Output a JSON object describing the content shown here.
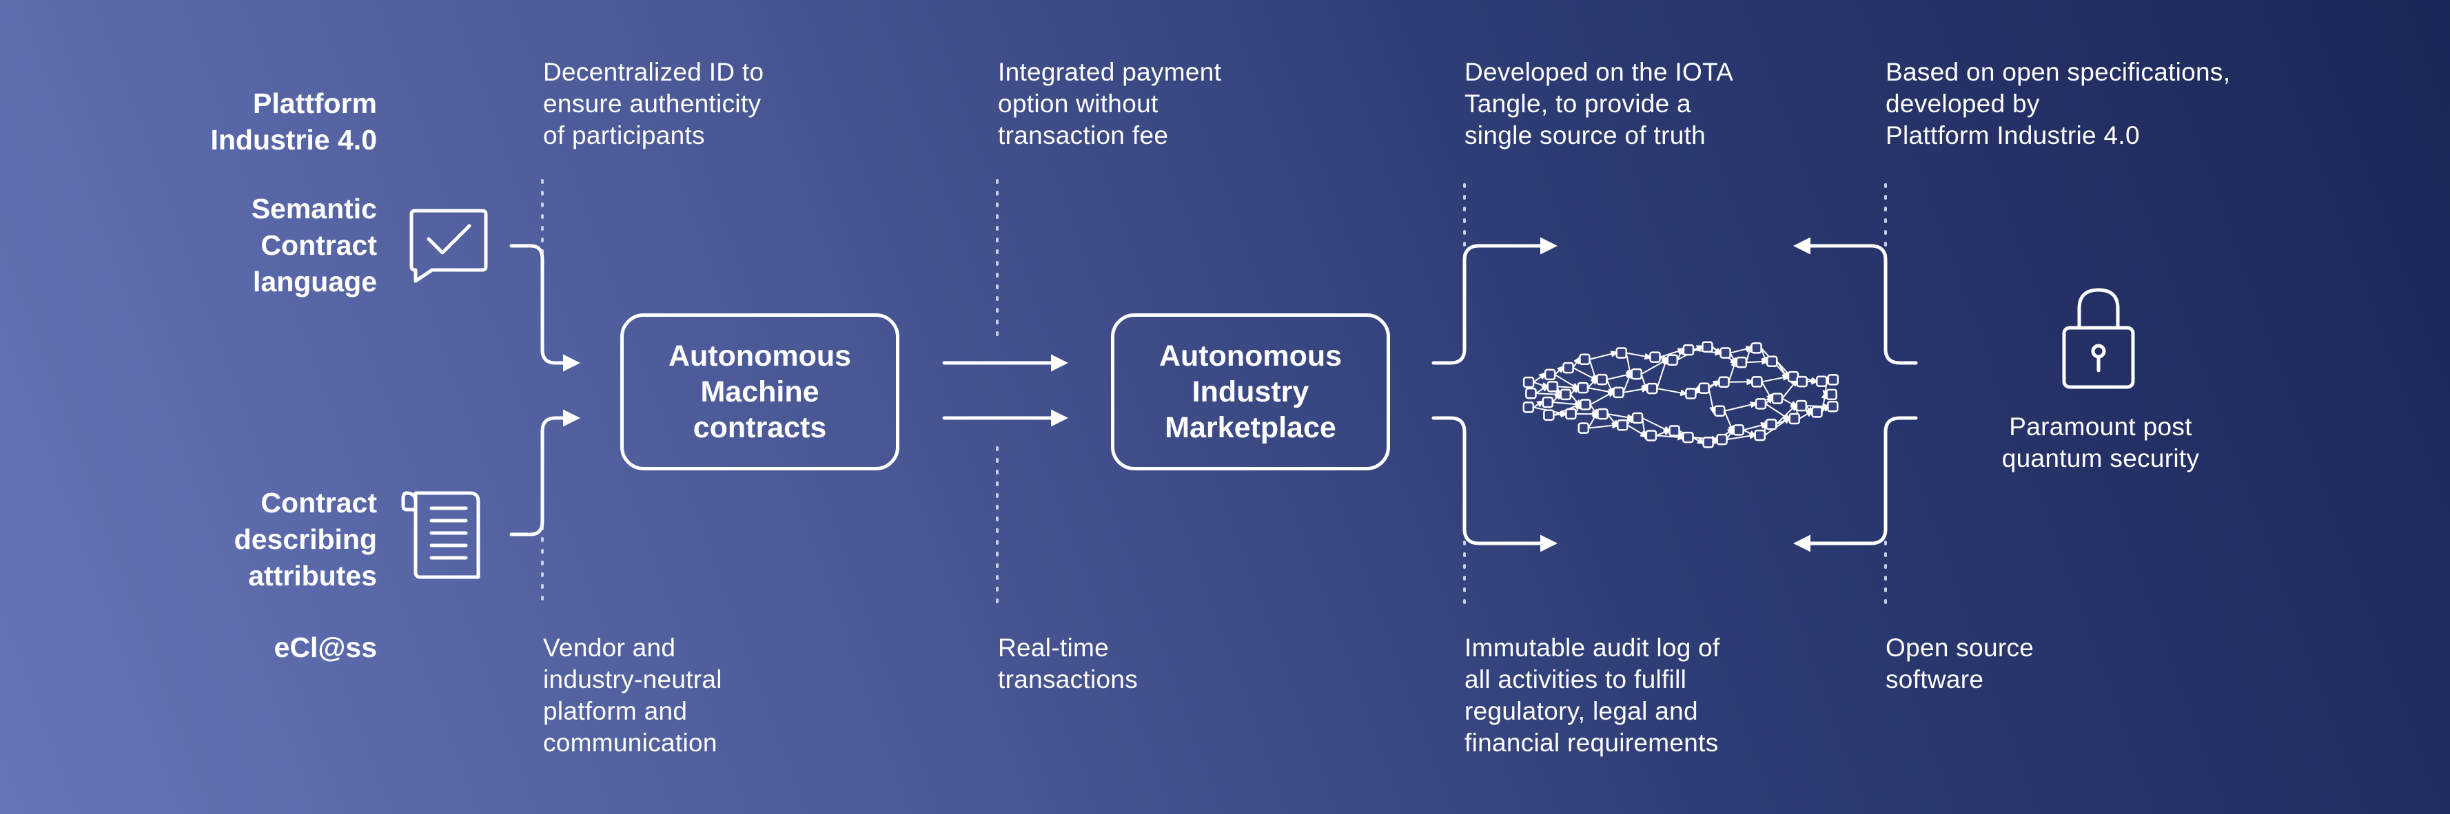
{
  "labels": {
    "plattform": "Plattform\nIndustrie 4.0",
    "semantic": "Semantic\nContract\nlanguage",
    "contract_attrs": "Contract\ndescribing\nattributes",
    "eclass": "eCl@ss"
  },
  "boxes": {
    "machine_contracts": "Autonomous\nMachine\ncontracts",
    "marketplace": "Autonomous\nIndustry\nMarketplace"
  },
  "captions_top": {
    "decentralized_id": "Decentralized ID to\nensure authenticity\nof participants",
    "payment": "Integrated payment\noption without\ntransaction fee",
    "iota": "Developed on the IOTA\nTangle, to provide a\nsingle source of truth",
    "open_specs": "Based on open specifications,\ndeveloped by\nPlattform Industrie 4.0"
  },
  "captions_bottom": {
    "vendor_neutral": "Vendor and\nindustry-neutral\nplatform and\ncommunication",
    "realtime": "Real-time\ntransactions",
    "audit_log": "Immutable audit log of\nall activities to fulfill\nregulatory, legal and\nfinancial requirements",
    "open_source": "Open source\nsoftware"
  },
  "security_label": "Paramount post\nquantum security",
  "icons": {
    "chat_check": "speech-bubble-check-icon",
    "document": "document-icon",
    "tangle": "tangle-network-icon",
    "lock": "padlock-icon"
  },
  "colors": {
    "background_start": "#6675b8",
    "background_end": "#1c2657",
    "foreground": "#ffffff"
  }
}
